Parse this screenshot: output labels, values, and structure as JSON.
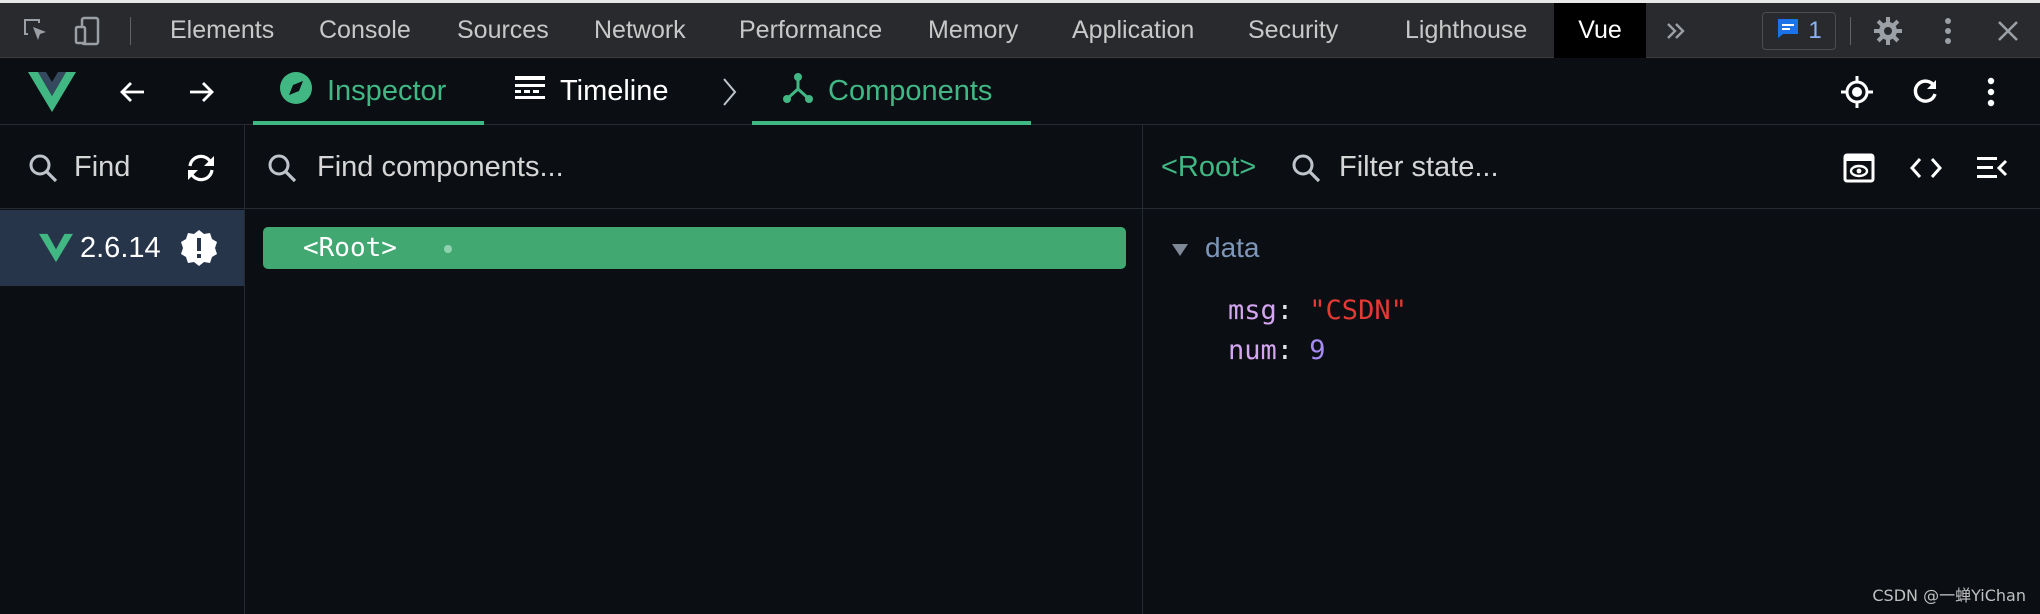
{
  "devtools": {
    "tabs": [
      "Elements",
      "Console",
      "Sources",
      "Network",
      "Performance",
      "Memory",
      "Application",
      "Security",
      "Lighthouse",
      "Vue"
    ],
    "active_tab": "Vue",
    "issues_count": "1"
  },
  "vue_toolbar": {
    "inspector_label": "Inspector",
    "timeline_label": "Timeline",
    "components_label": "Components"
  },
  "left_pane": {
    "find_label": "Find",
    "app_version": "2.6.14"
  },
  "middle_pane": {
    "search_placeholder": "Find components...",
    "tree": [
      {
        "label": "<Root>"
      }
    ]
  },
  "right_pane": {
    "selected_component": "<Root>",
    "filter_placeholder": "Filter state...",
    "section_label": "data",
    "state": [
      {
        "key": "msg",
        "value": "\"CSDN\"",
        "type": "string"
      },
      {
        "key": "num",
        "value": "9",
        "type": "number"
      }
    ]
  },
  "watermark": "CSDN @一蝉YiChan",
  "colors": {
    "accent_green": "#41b883",
    "background": "#0b0f14",
    "devtools_bar": "#292a2d"
  }
}
